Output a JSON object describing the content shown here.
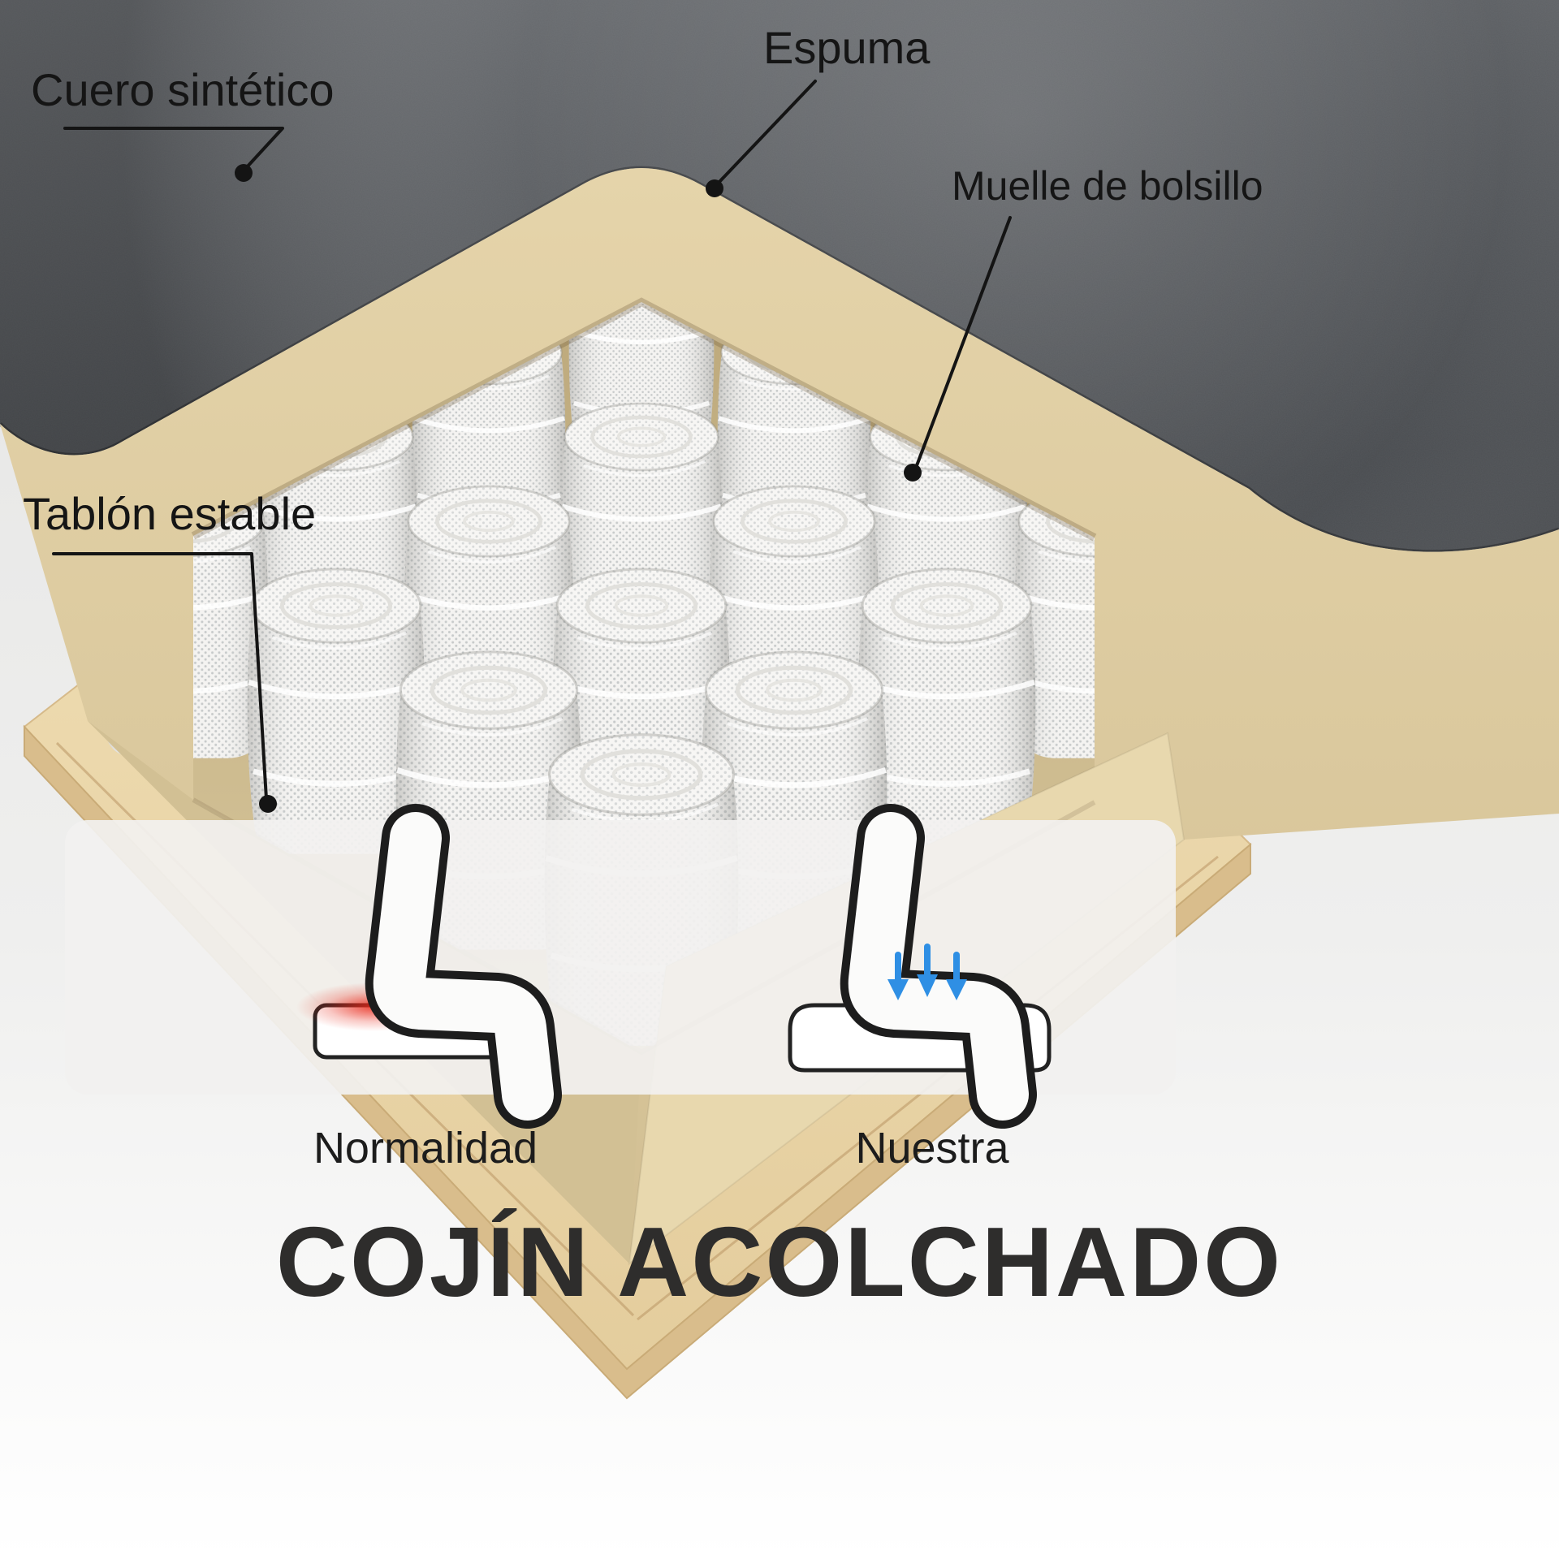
{
  "image": {
    "title": "COJÍN ACOLCHADO",
    "callouts": {
      "synthetic_leather": "Cuero sintético",
      "foam": "Espuma",
      "pocket_spring": "Muelle de bolsillo",
      "stable_board": "Tablón estable"
    },
    "comparison": {
      "normal": "Normalidad",
      "ours": "Nuestra"
    },
    "colors": {
      "leather": "#5c5f63",
      "foam": "#ddcba1",
      "foam_shadow": "#c8b589",
      "wood": "#eedcb0",
      "wood_edge": "#d9bd8c",
      "spring_fabric": "#f4f3f1",
      "accent_red": "#de2312",
      "accent_blue": "#2f8fe4",
      "text": "#151515",
      "background": "#f0f0ef"
    }
  }
}
